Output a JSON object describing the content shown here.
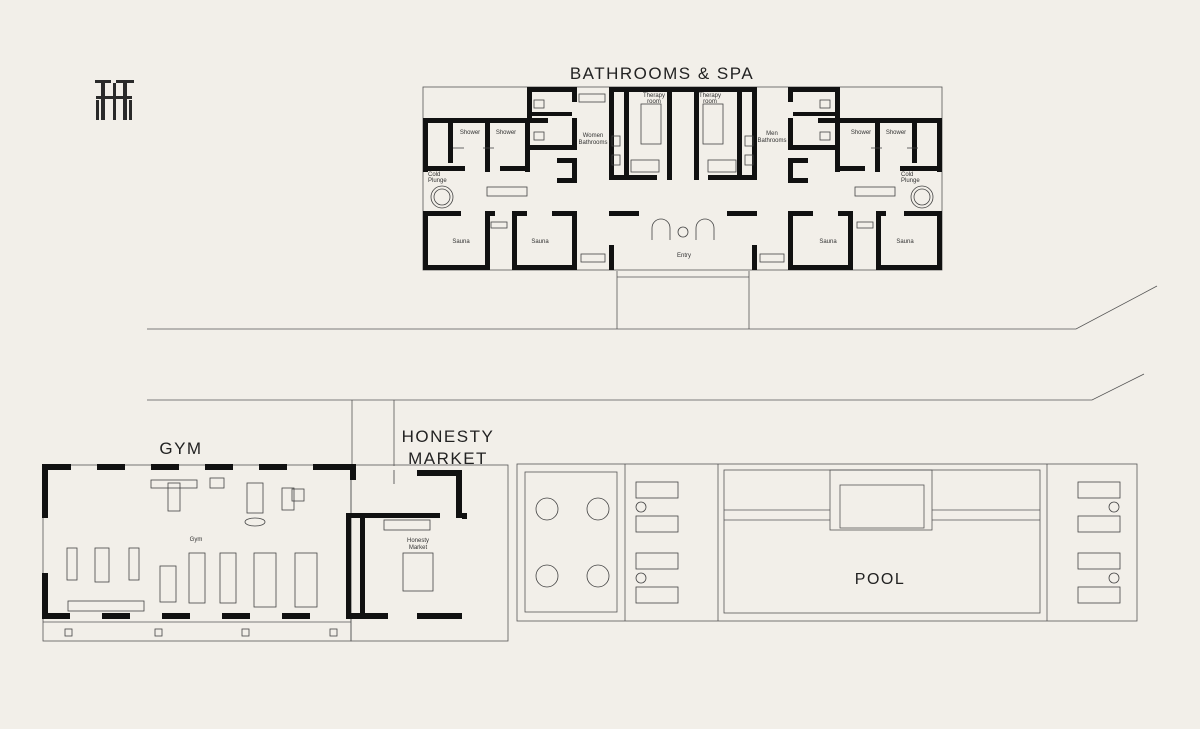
{
  "logo": {
    "icon": "monogram-logo-icon",
    "text": "TH"
  },
  "sections": {
    "spa_title": "BATHROOMS & SPA",
    "gym_title": "GYM",
    "market_title_line1": "HONESTY",
    "market_title_line2": "MARKET",
    "pool_title": "POOL"
  },
  "rooms": {
    "therapy_room": "Therapy",
    "therapy_room_2": "room",
    "women_bath_1": "Women",
    "women_bath_2": "Bathrooms",
    "men_bath_1": "Men",
    "men_bath_2": "Bathrooms",
    "shower": "Shower",
    "cold_plunge_1": "Cold",
    "cold_plunge_2": "Plunge",
    "sauna": "Sauna",
    "entry": "Entry",
    "gym": "Gym",
    "honesty_1": "Honesty",
    "honesty_2": "Market"
  },
  "colors": {
    "background": "#f2efe9",
    "wall": "#111111",
    "line": "#555555"
  }
}
